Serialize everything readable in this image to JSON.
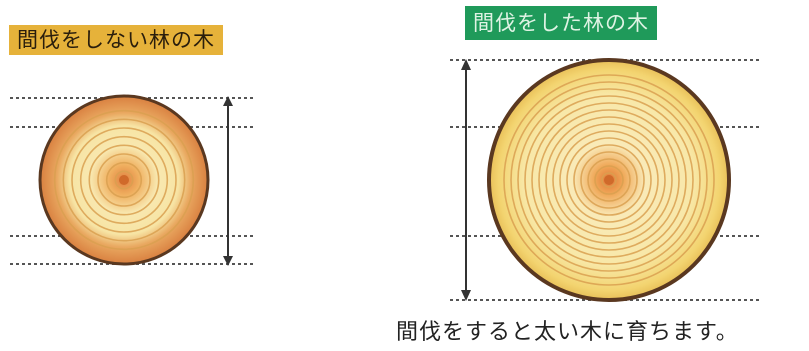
{
  "labels": {
    "unthinned": "間伐をしない林の木",
    "thinned": "間伐をした林の木"
  },
  "caption": "間伐をすると太い木に育ちます。",
  "colors": {
    "unthinned_label_bg": "#e6b23a",
    "thinned_label_bg": "#1f9a5a",
    "bark": "#5a3820",
    "wood_pale": "#f7e6a4",
    "wood_outer_unthinned": "#d98a48",
    "wood_outer_thinned": "#f3d470",
    "ring": "#d9a050",
    "pith": "#d06a2a",
    "guide_line": "#555555"
  },
  "trees": [
    {
      "name": "unthinned-tree",
      "rings": 8
    },
    {
      "name": "thinned-tree",
      "rings": 15
    }
  ]
}
